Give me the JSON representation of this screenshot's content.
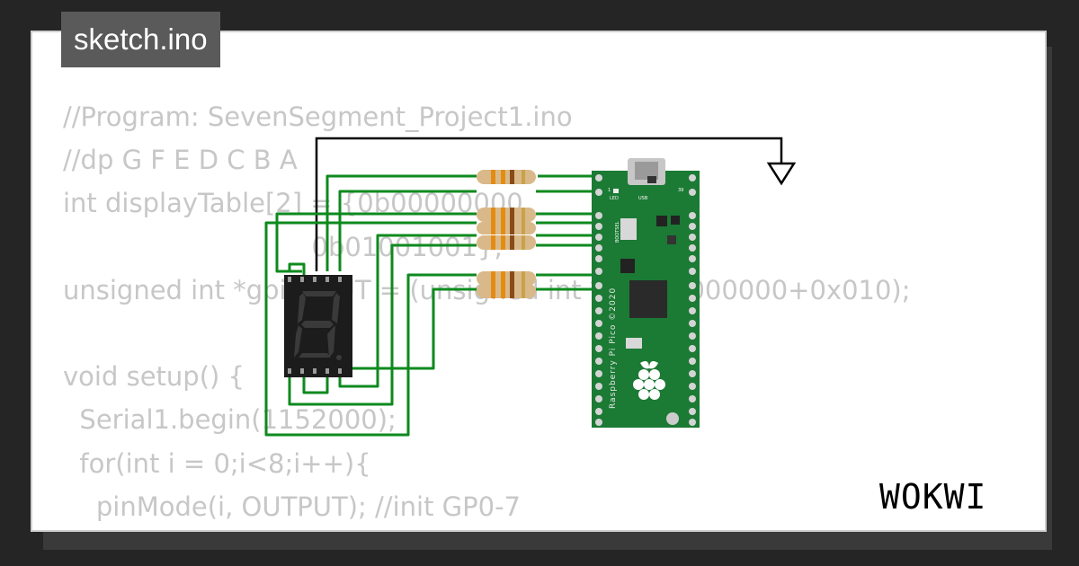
{
  "window": {
    "filename": "sketch.ino",
    "brand": "WOKWI"
  },
  "code_lines": [
    "//Program: SevenSegment_Project1.ino",
    "//dp G F E D C B A",
    "int displayTable[2] = {0b00000000,",
    "                              0b01001001};",
    "unsigned int *gpio_OUT = (unsigned int *)(0xd0000000+0x010);",
    "",
    "void setup() {",
    "  Serial1.begin(1152000);",
    "  for(int i = 0;i<8;i++){",
    "    pinMode(i, OUTPUT); //init GP0-7",
    "  }"
  ],
  "board": {
    "name_label": "Raspberry Pi Pico ©2020",
    "led_label": "LED",
    "usb_label": "USB",
    "bootsel_label": "BOOTSEL",
    "pin1_label": "1",
    "pin39_label": "39"
  },
  "colors": {
    "wire": "#0d8a1e",
    "board": "#1b7a34",
    "resistor_body": "#d9b989",
    "segment_display": "#1c1c1c",
    "ground_wire": "#000000",
    "code_text": "#c7c7c7",
    "background": "#252525"
  }
}
